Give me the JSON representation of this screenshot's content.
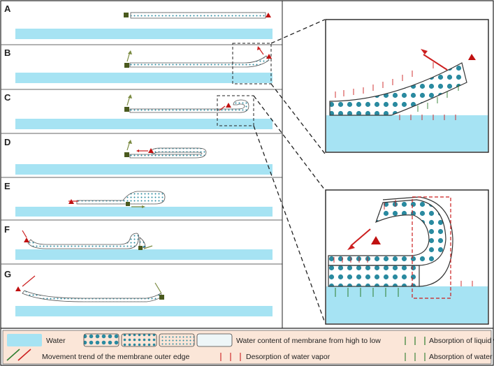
{
  "panels": [
    {
      "label": "A"
    },
    {
      "label": "B"
    },
    {
      "label": "C"
    },
    {
      "label": "D"
    },
    {
      "label": "E"
    },
    {
      "label": "F"
    },
    {
      "label": "G"
    }
  ],
  "legend": {
    "water": "Water",
    "water_content": "Water content of membrane from high to low",
    "liquid_absorption": "Absorption of liquid water",
    "movement_trend": "Movement trend of the membrane outer edge",
    "vapor_desorption": "Desorption of water vapor",
    "vapor_absorption": "Absorption of water vapor"
  },
  "colors": {
    "water": "#a6e3f3",
    "membrane_dots": "#2a8aa0",
    "movement_arrow": "#cc1f1f",
    "absorption_arrow": "#2e7d2e",
    "legend_background": "#fbe6d8",
    "square_marker": "#4a5a1e",
    "triangle_marker": "#c01010"
  }
}
